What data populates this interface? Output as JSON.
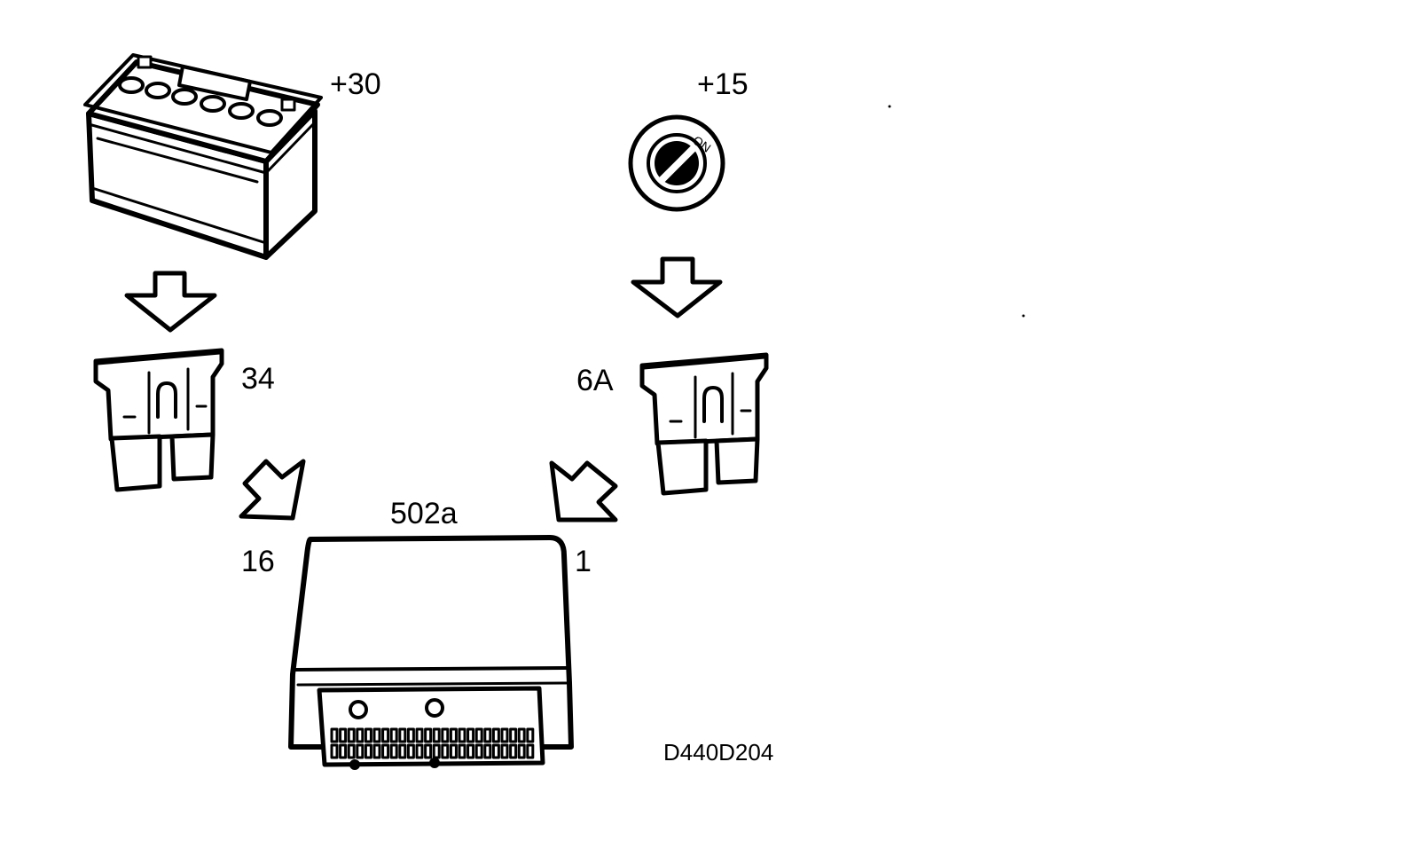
{
  "labels": {
    "battery_terminal": "+30",
    "ignition_terminal": "+15",
    "ignition_on": "ON",
    "fuse_left": "34",
    "fuse_right": "6A",
    "ecu": "502a",
    "pin_left": "16",
    "pin_right": "1",
    "figure_code": "D440D204"
  },
  "colors": {
    "ink": "#000000",
    "background": "#ffffff"
  },
  "icons": [
    "battery-icon",
    "ignition-switch-icon",
    "fuse-icon",
    "control-unit-icon",
    "arrow-down-icon",
    "arrow-diagonal-icon"
  ]
}
